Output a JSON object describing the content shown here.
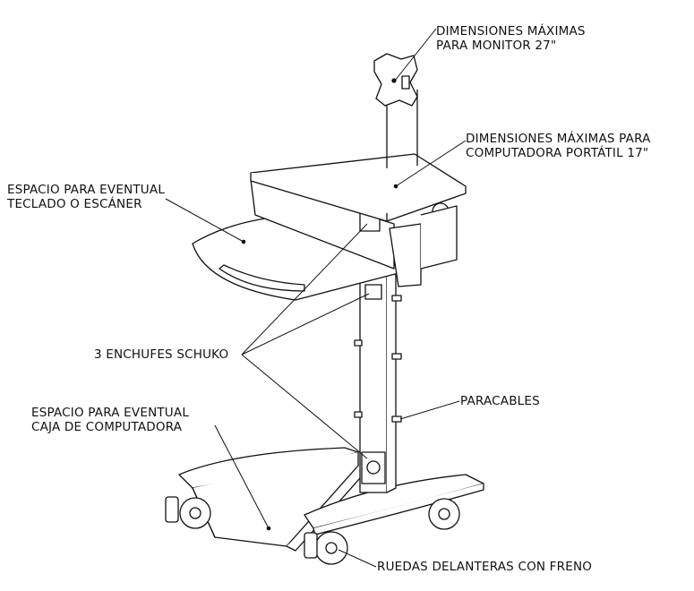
{
  "labels": {
    "monitor": {
      "line1": "DIMENSIONES MÁXIMAS",
      "line2": "PARA MONITOR 27\""
    },
    "laptop": {
      "line1": "DIMENSIONES MÁXIMAS PARA",
      "line2": "COMPUTADORA PORTÁTIL 17\""
    },
    "keyboard": {
      "line1": "ESPACIO PARA EVENTUAL",
      "line2": "TECLADO O ESCÁNER"
    },
    "schuko": {
      "line1": "3 ENCHUFES SCHUKO"
    },
    "paracables": {
      "line1": "PARACABLES"
    },
    "computer_box": {
      "line1": "ESPACIO PARA EVENTUAL",
      "line2": "CAJA DE COMPUTADORA"
    },
    "wheels": {
      "line1": "RUEDAS DELANTERAS CON FRENO"
    }
  },
  "colors": {
    "line": "#111111",
    "background": "#ffffff"
  }
}
